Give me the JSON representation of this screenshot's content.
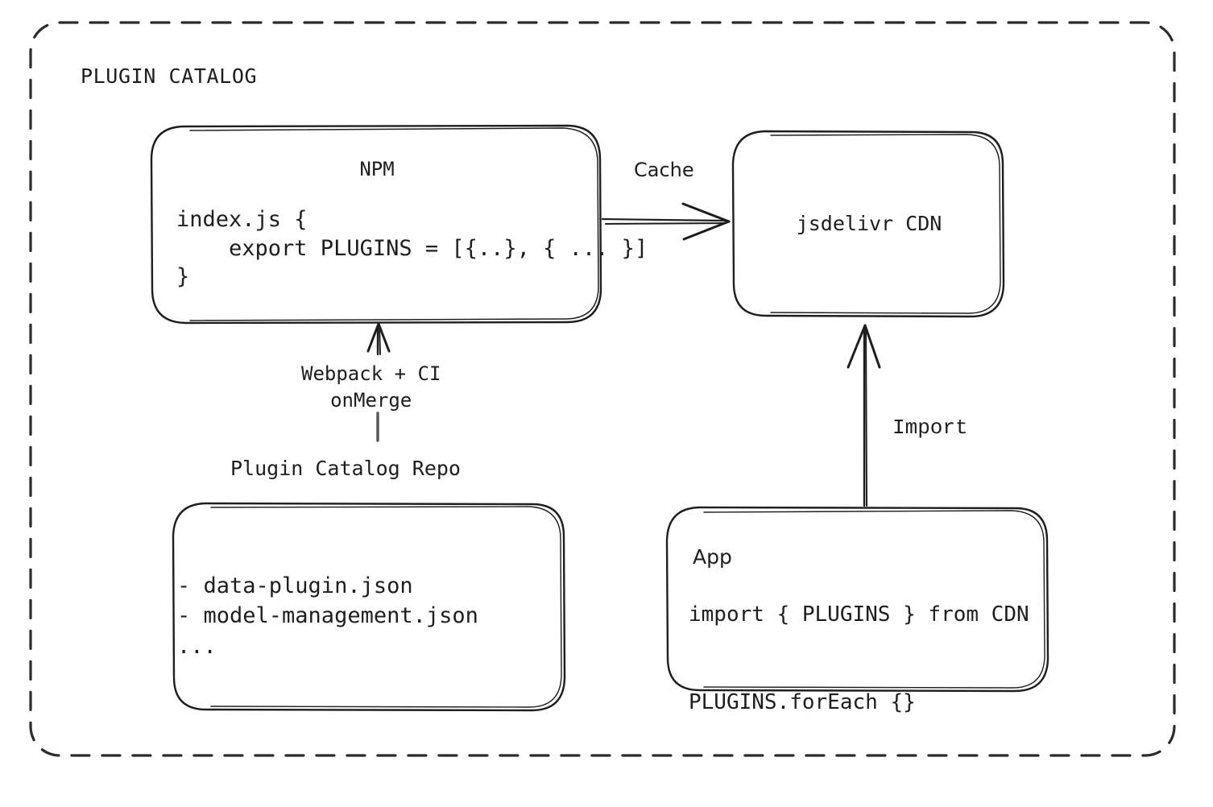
{
  "diagram": {
    "container": {
      "label": "PLUGIN CATALOG",
      "border_style": "dashed",
      "border_color": "#2b2b2b"
    },
    "nodes": {
      "npm": {
        "title": "NPM",
        "code": "index.js {\n    export PLUGINS = [{..}, { ... }]\n}"
      },
      "cdn": {
        "title": "jsdelivr CDN"
      },
      "repo": {
        "title": "Plugin Catalog Repo",
        "files": "- data-plugin.json\n- model-management.json\n..."
      },
      "app": {
        "title": "App",
        "code": "import { PLUGINS } from CDN\n\nPLUGINS.forEach {}"
      }
    },
    "edges": {
      "cache": {
        "label": "Cache",
        "from": "npm",
        "to": "cdn"
      },
      "webpack": {
        "label": "Webpack + CI\nonMerge",
        "from": "repo",
        "to": "npm"
      },
      "import": {
        "label": "Import",
        "from": "app",
        "to": "cdn"
      }
    },
    "colors": {
      "stroke": "#1e1e1e",
      "background": "#ffffff",
      "text": "#1e1e1e"
    }
  }
}
